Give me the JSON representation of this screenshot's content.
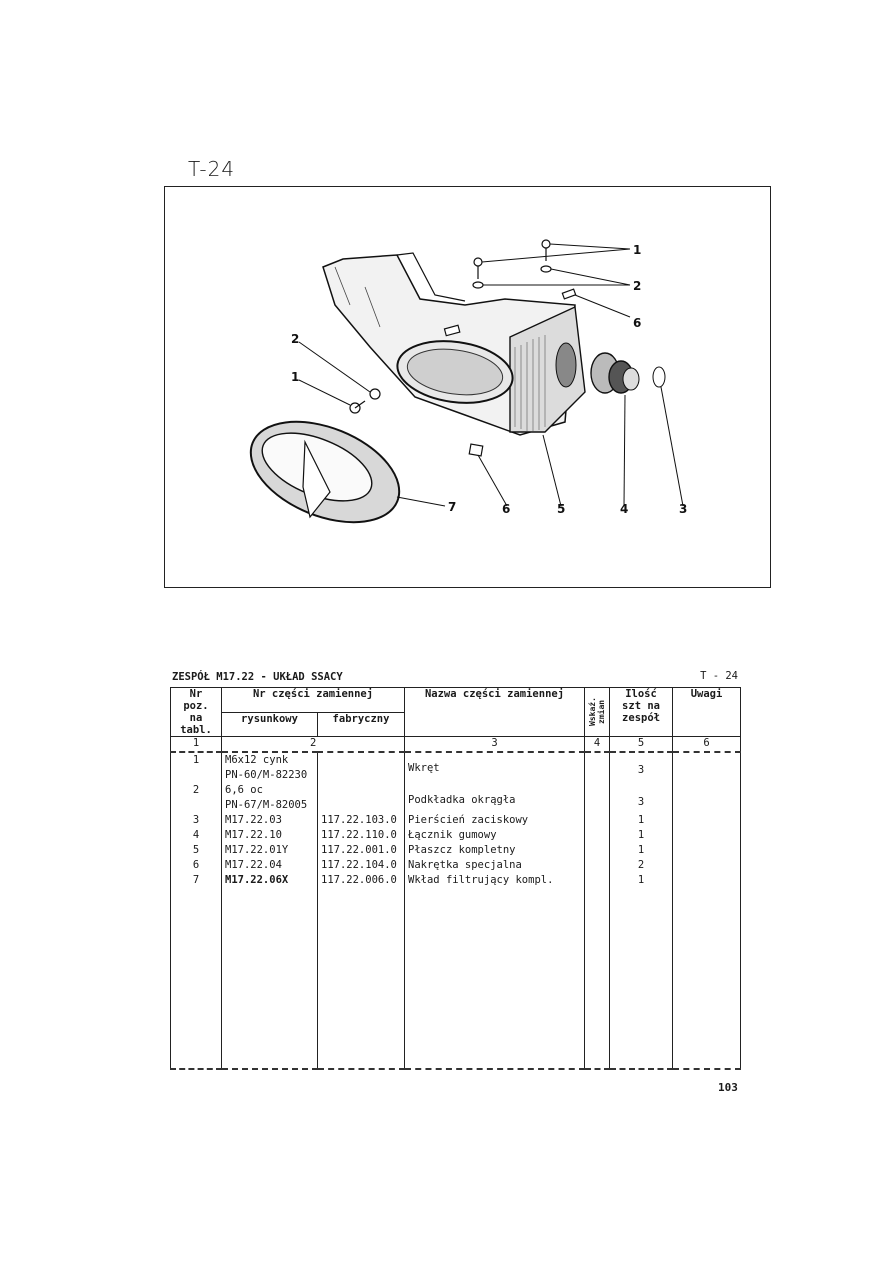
{
  "page": {
    "figure_title": "T-24",
    "page_number": "103"
  },
  "figure": {
    "callouts": [
      "1",
      "2",
      "6",
      "2",
      "1",
      "7",
      "6",
      "5",
      "4",
      "3"
    ]
  },
  "table": {
    "heading": "ZESPÓŁ M17.22 - UKŁAD SSACY",
    "heading_ref": "T - 24",
    "headers": {
      "pos": "Nr poz. na tabl.",
      "part_no": "Nr części zamiennej",
      "drawing": "rysunkowy",
      "factory": "fabryczny",
      "name": "Nazwa części zamiennej",
      "indicator": "Wskaź. zmian",
      "qty": "Ilość szt na zespół",
      "remarks": "Uwagi"
    },
    "column_numbers": [
      "1",
      "2",
      "3",
      "4",
      "5",
      "6"
    ],
    "rows": [
      {
        "pos": "1",
        "drawing": "M6x12 cynk",
        "drawing2": "PN-60/M-82230",
        "factory": "",
        "name": "Wkręt",
        "qty": "3"
      },
      {
        "pos": "2",
        "drawing": "6,6 oc",
        "drawing2": "PN-67/M-82005",
        "factory": "",
        "name": "Podkładka okrągła",
        "qty": "3"
      },
      {
        "pos": "3",
        "drawing": "M17.22.03",
        "drawing2": "",
        "factory": "117.22.103.0",
        "name": "Pierścień zaciskowy",
        "qty": "1"
      },
      {
        "pos": "4",
        "drawing": "M17.22.10",
        "drawing2": "",
        "factory": "117.22.110.0",
        "name": "Łącznik gumowy",
        "qty": "1"
      },
      {
        "pos": "5",
        "drawing": "M17.22.01Y",
        "drawing2": "",
        "factory": "117.22.001.0",
        "name": "Płaszcz kompletny",
        "qty": "1"
      },
      {
        "pos": "6",
        "drawing": "M17.22.04",
        "drawing2": "",
        "factory": "117.22.104.0",
        "name": "Nakrętka specjalna",
        "qty": "2"
      },
      {
        "pos": "7",
        "drawing": "M17.22.06X",
        "drawing2": "",
        "factory": "117.22.006.0",
        "name": "Wkład filtrujący kompl.",
        "qty": "1"
      }
    ]
  }
}
